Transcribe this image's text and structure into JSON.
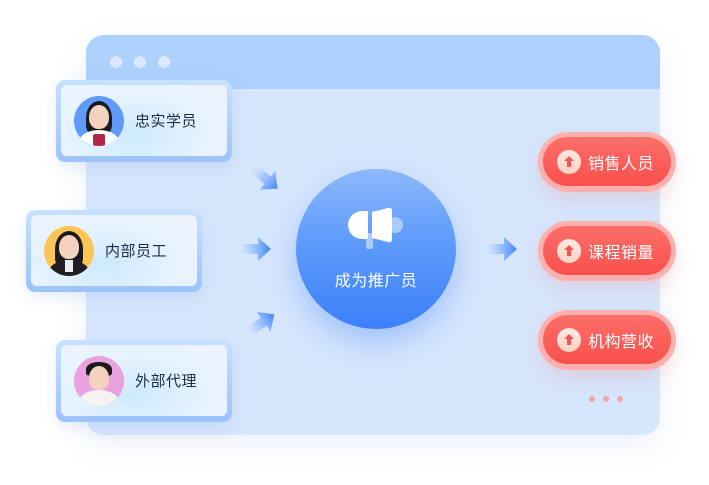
{
  "window": {
    "header_dots": 3,
    "colors": {
      "body": "#d6e6fd",
      "header": "#add0fd",
      "dot": "#dbe9fe"
    }
  },
  "sources": [
    {
      "label": "忠实学员",
      "avatar_bg": "#5e9bfb",
      "avatar": "student-girl"
    },
    {
      "label": "内部员工",
      "avatar_bg": "#fcc556",
      "avatar": "employee-woman"
    },
    {
      "label": "外部代理",
      "avatar_bg": "#e8a2e0",
      "avatar": "agent-man"
    }
  ],
  "hub": {
    "label": "成为推广员",
    "icon": "megaphone-icon",
    "color": "#3c7ffa"
  },
  "results": [
    {
      "label": "销售人员",
      "icon": "arrow-up-icon"
    },
    {
      "label": "课程销量",
      "icon": "arrow-up-icon"
    },
    {
      "label": "机构营收",
      "icon": "arrow-up-icon"
    }
  ],
  "results_color": "#f8504c",
  "more_indicator": "..."
}
